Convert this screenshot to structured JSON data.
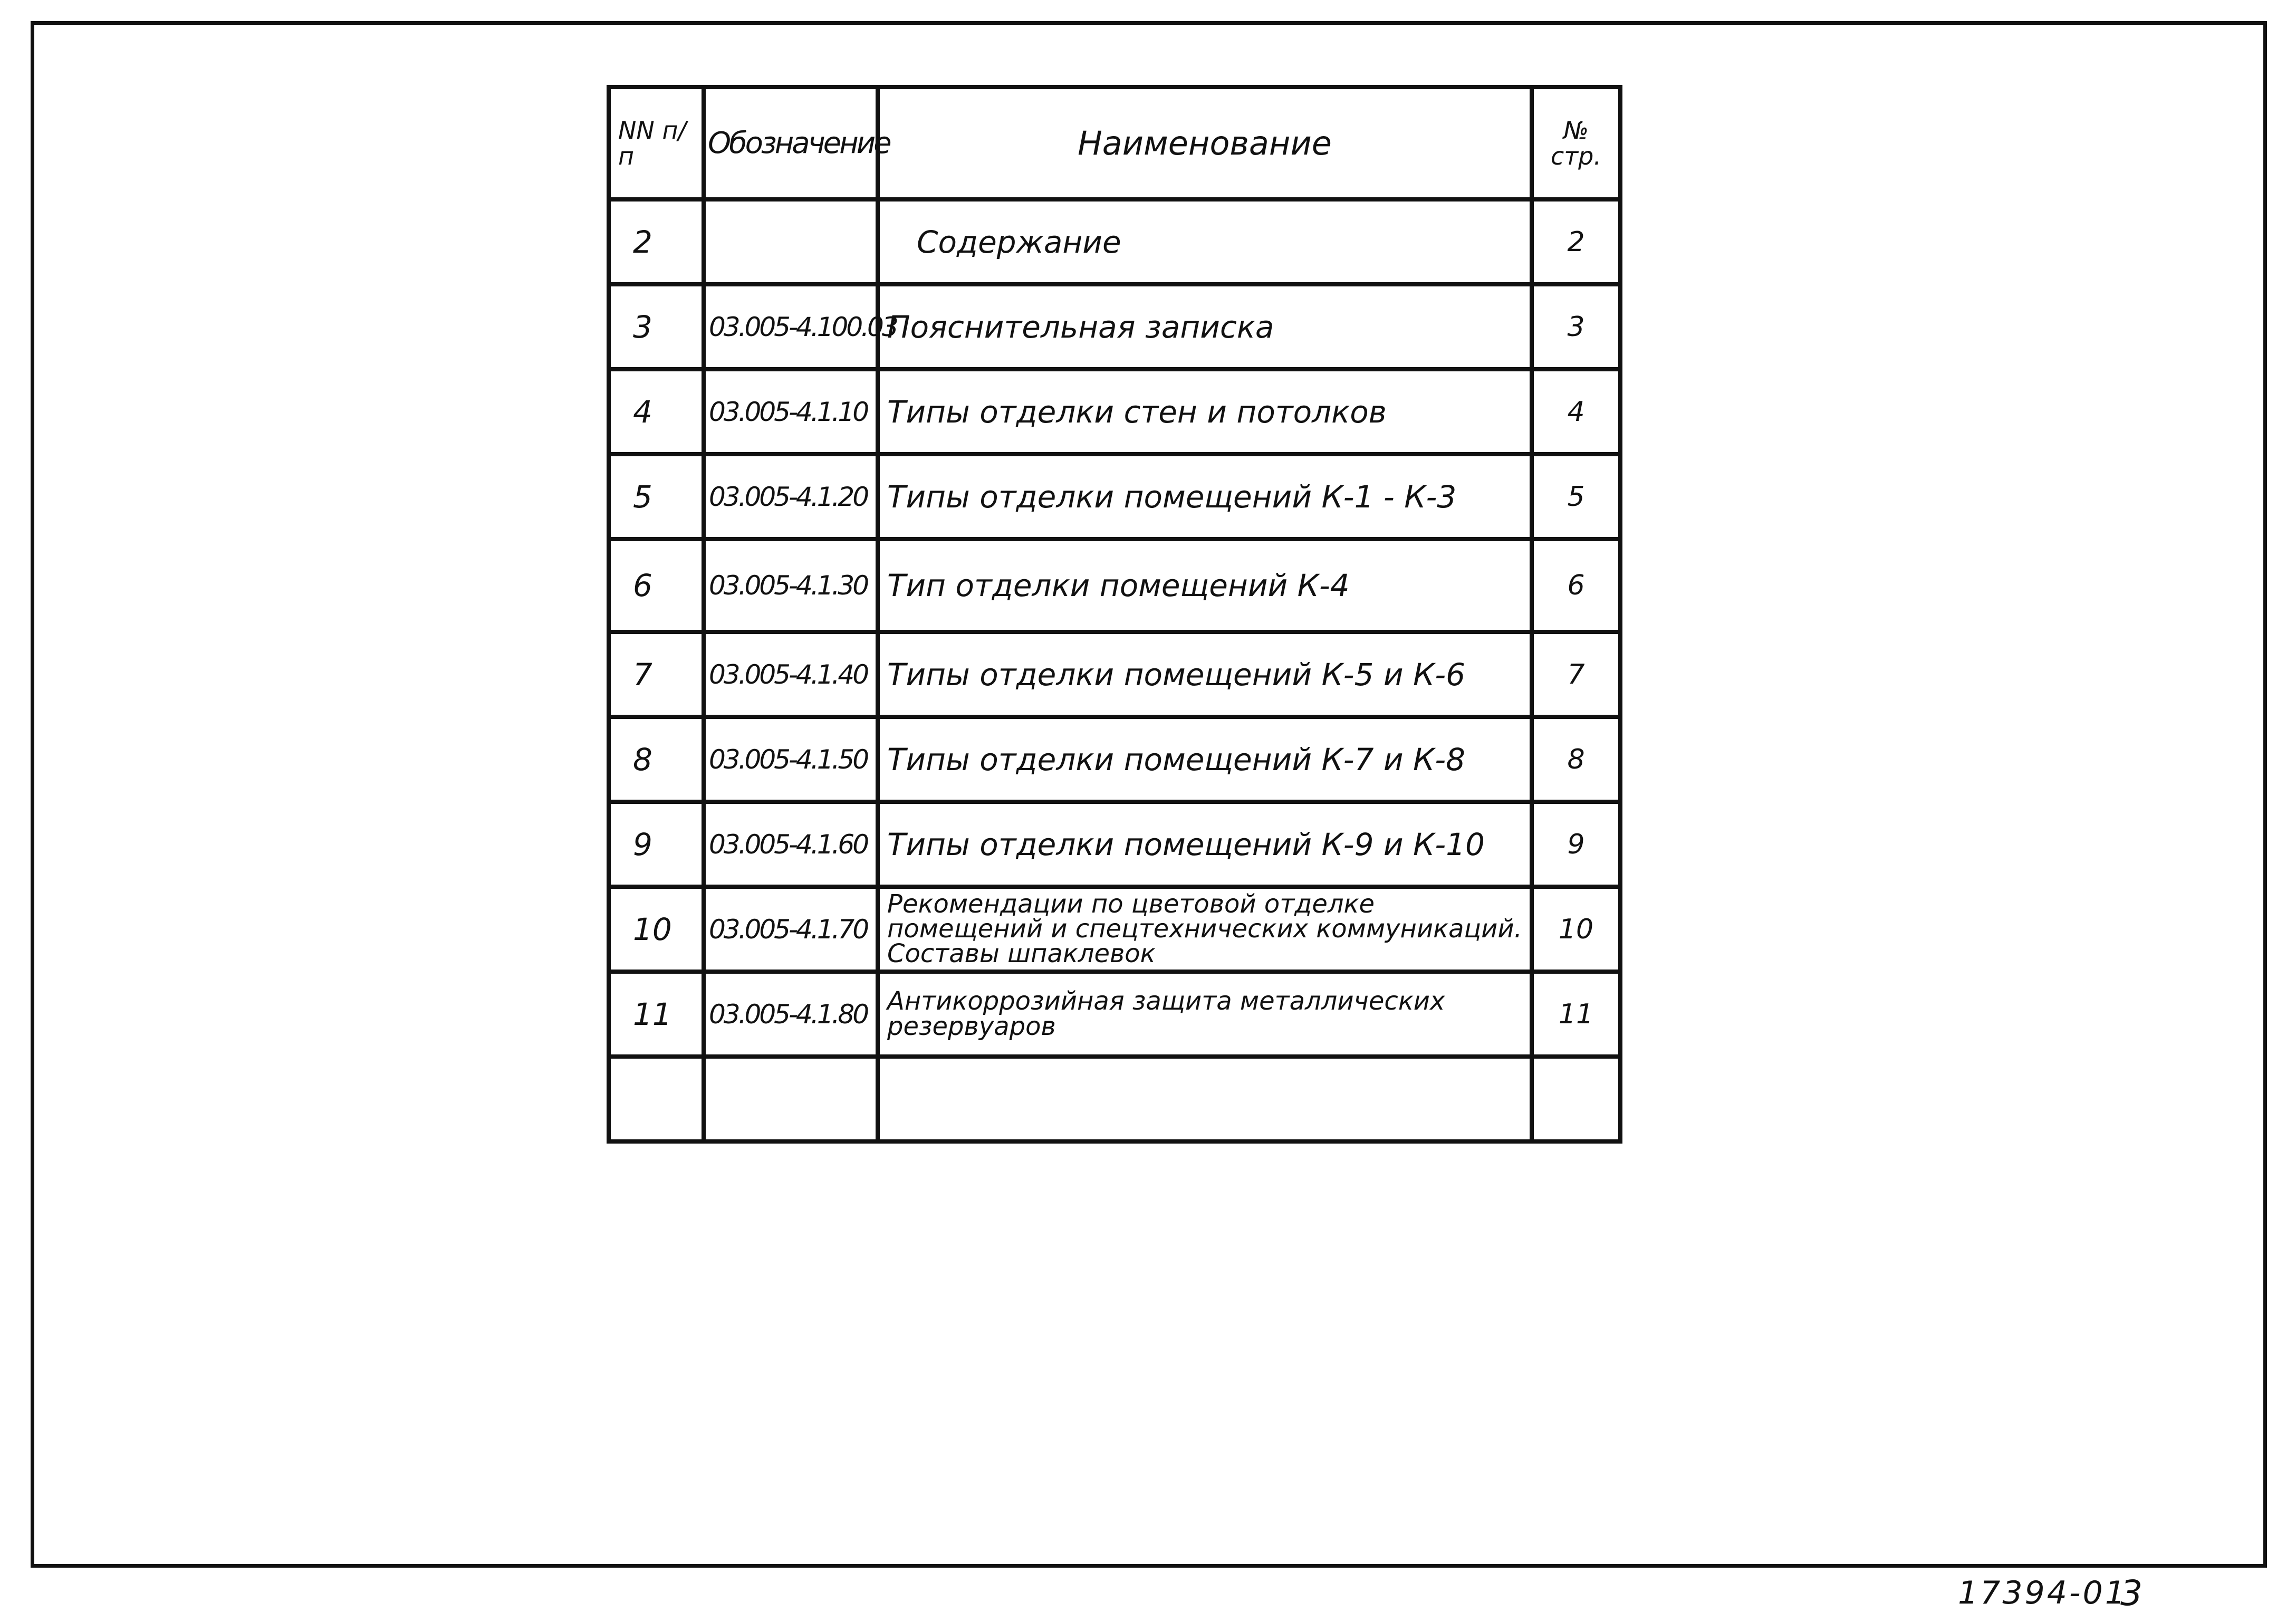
{
  "table": {
    "headers": {
      "num": "NN п/п",
      "code": "Обозначение",
      "name": "Наименование",
      "page": "№ стр."
    },
    "rows": [
      {
        "num": "2",
        "code": "",
        "name": "Содержание",
        "page": "2"
      },
      {
        "num": "3",
        "code": "03.005-4.100.03",
        "name": "Пояснительная записка",
        "page": "3"
      },
      {
        "num": "4",
        "code": "03.005-4.1.10",
        "name": "Типы отделки стен и потолков",
        "page": "4"
      },
      {
        "num": "5",
        "code": "03.005-4.1.20",
        "name": "Типы отделки помещений К-1 - К-3",
        "page": "5"
      },
      {
        "num": "6",
        "code": "03.005-4.1.30",
        "name": "Тип отделки помещений К-4",
        "page": "6"
      },
      {
        "num": "7",
        "code": "03.005-4.1.40",
        "name": "Типы отделки помещений К-5 и К-6",
        "page": "7"
      },
      {
        "num": "8",
        "code": "03.005-4.1.50",
        "name": "Типы отделки помещений К-7 и К-8",
        "page": "8"
      },
      {
        "num": "9",
        "code": "03.005-4.1.60",
        "name": "Типы отделки помещений К-9 и К-10",
        "page": "9"
      },
      {
        "num": "10",
        "code": "03.005-4.1.70",
        "name": "Рекомендации по цветовой отделке помещений и спецтехнических коммуникаций. Составы шпаклевок",
        "page": "10"
      },
      {
        "num": "11",
        "code": "03.005-4.1.80",
        "name": "Антикоррозийная защита металлических резервуаров",
        "page": "11"
      },
      {
        "num": "",
        "code": "",
        "name": "",
        "page": ""
      }
    ]
  },
  "footer": {
    "document_number": "17394-01",
    "sheet_number": "3"
  }
}
